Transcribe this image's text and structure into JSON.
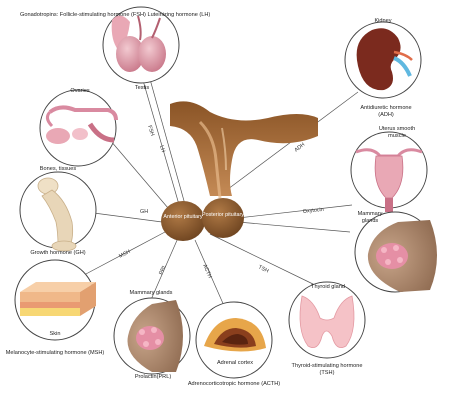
{
  "colors": {
    "circle_stroke": "#444444",
    "line": "#555555",
    "pituitary": "#8b5a2b",
    "hypothalamus": "#7a4a22",
    "organ_pink": "#d98aa0",
    "organ_brown": "#a0522d",
    "kidney": "#7b2a1e",
    "bone": "#e8d6b8",
    "skin": "#f0b889",
    "thyroid": "#f5c2c7"
  },
  "pituitary": {
    "anterior": "Anterior pituitary",
    "posterior": "Posterior pituitary"
  },
  "hormone_lines": {
    "fsh": "FSH",
    "lh": "LH",
    "gh": "GH",
    "msh": "MSH",
    "prl": "PRL",
    "acth": "ACTH",
    "tsh": "TSH",
    "adh": "ADH",
    "oxytocin": "Oxytocin"
  },
  "organs": {
    "testis": {
      "name": "Testis",
      "hormone": "Gonadotropins: Follicle-stimulating hormone (FSH) Luteinizing hormone (LH)",
      "icon": "testis-icon"
    },
    "ovaries": {
      "name": "Ovaries",
      "icon": "ovary-icon"
    },
    "bones": {
      "name": "Bones, tissues",
      "hormone": "Growth hormone (GH)",
      "icon": "bone-icon"
    },
    "skin": {
      "name": "Skin",
      "hormone": "Melanocyte-stimulating hormone (MSH)",
      "icon": "skin-icon"
    },
    "mammary_prl": {
      "name": "Mammary glands",
      "hormone": "Prolactin(PRL)",
      "icon": "breast-icon"
    },
    "adrenal": {
      "name": "Adrenal cortex",
      "hormone": "Adrenocorticotropic hormone (ACTH)",
      "icon": "adrenal-icon"
    },
    "thyroid": {
      "name": "Thyroid gland",
      "hormone": "Thyroid-stimulating hormone (TSH)",
      "icon": "thyroid-icon"
    },
    "kidney": {
      "name": "Kidney",
      "hormone": "Antidiuretic hormone (ADH)",
      "icon": "kidney-icon"
    },
    "uterus": {
      "name": "Uterus smooth muscle",
      "icon": "uterus-icon"
    },
    "mammary_oxy": {
      "name": "Mammary glands",
      "icon": "breast-icon"
    }
  }
}
